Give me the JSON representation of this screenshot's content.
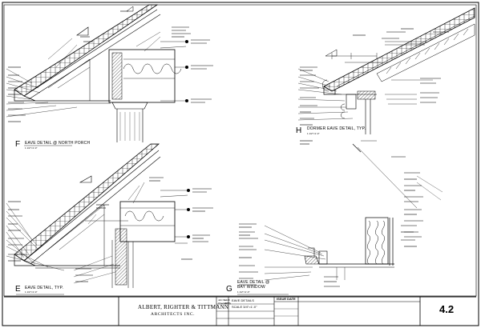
{
  "sheet": {
    "number": "4.2",
    "firm_line1": "ALBERT, RIGHTER & TITTMANN",
    "firm_line2": "ARCHITECTS INC.",
    "drawing_title": "EAVE DETAILS",
    "scale": "SCALE 3/4\"=1'-0\"",
    "issue_label": "ISSUE DATE",
    "job_label": "Job No.",
    "job_value": "1226",
    "drawn_label": "Checked By",
    "drawn_value": "JRT"
  },
  "details": [
    {
      "letter": "F",
      "title": "EAVE DETAIL @ NORTH PORCH",
      "scale": "1 1/2\"=1'-0\""
    },
    {
      "letter": "H",
      "title": "DORMER EAVE DETAIL, TYP.",
      "scale": "1 1/2\"=1'-0\""
    },
    {
      "letter": "E",
      "title": "EAVE DETAIL, TYP.",
      "scale": "1 1/2\"=1'-0\""
    },
    {
      "letter": "G",
      "title": "EAVE DETAIL @",
      "title2": "BAY WINDOW",
      "scale": "1 1/2\"=1'-0\""
    }
  ]
}
